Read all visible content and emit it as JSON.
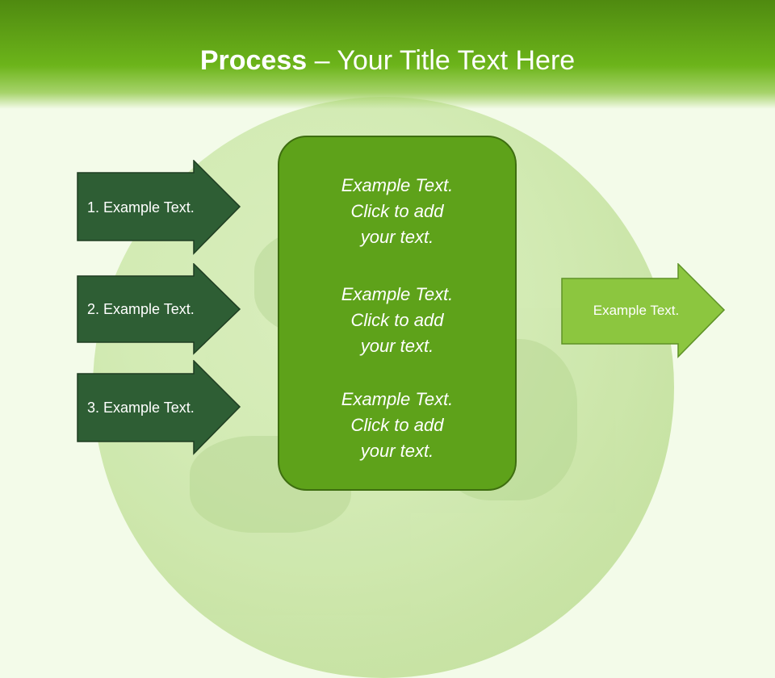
{
  "slide": {
    "title_bold": "Process",
    "title_rest": " – Your Title Text Here"
  },
  "left_arrows": [
    {
      "label": "1. Example Text."
    },
    {
      "label": "2. Example Text."
    },
    {
      "label": "3. Example Text."
    }
  ],
  "center_box": {
    "blocks": [
      {
        "line1": "Example Text.",
        "line2": "Click  to add",
        "line3": "your text."
      },
      {
        "line1": "Example Text.",
        "line2": "Click  to add",
        "line3": "your text."
      },
      {
        "line1": "Example Text.",
        "line2": "Click  to add",
        "line3": "your text."
      }
    ]
  },
  "right_arrow": {
    "label": "Example Text."
  },
  "colors": {
    "header": "#6cb41a",
    "dark_arrow": "#2e5e34",
    "center_box": "#5ea21a",
    "light_arrow": "#8cc63f"
  }
}
